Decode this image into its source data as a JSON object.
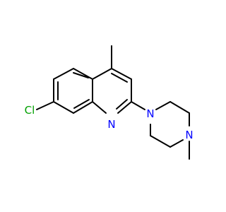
{
  "labels": {
    "chlorine": "Cl",
    "ring_nitrogen": "N",
    "piperazine_n1": "N",
    "piperazine_n4": "N"
  },
  "colors": {
    "bond": "#000000",
    "chlorine": "#00a000",
    "nitrogen": "#0000ff",
    "background": "#ffffff"
  }
}
